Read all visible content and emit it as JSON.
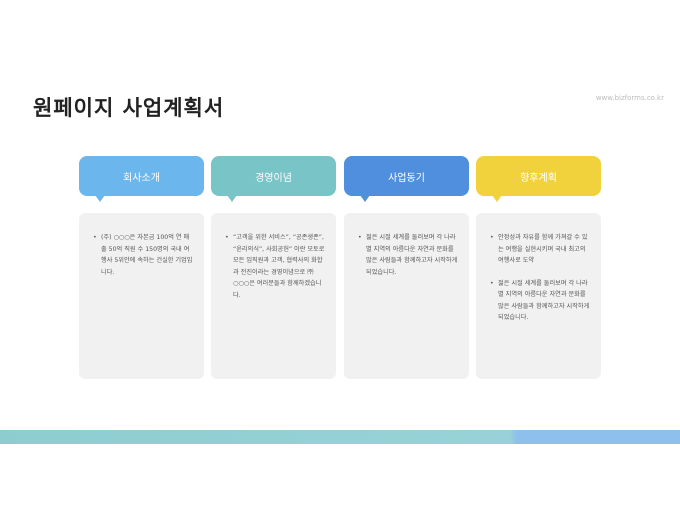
{
  "title": "원페이지 사업계획서",
  "site": "www.bizforms.co.kr",
  "columns": [
    {
      "header": "회사소개",
      "items": [
        "(주) ○○○은 자본금 100억 연 매출 50억 직원 수 150명의 국내 여행사 5위안에 속하는 건실한 기업입니다."
      ]
    },
    {
      "header": "경영이념",
      "items": [
        "“고객을 위한 서비스”, “공존생존”, “윤리의식”, 사회공헌” 이란 모토로 모든 임직원과 고객, 협력사의 화합과 전진이라는 경영이념으로 ㈜○○○은 여러분들과 함께하겠습니다."
      ]
    },
    {
      "header": "사업동기",
      "items": [
        "젊은 시절 세계를 둘러보며 각 나라별 지역의 아름다운 자연과 문화를 많은 사람들과 함께하고자 시작하게 되었습니다."
      ]
    },
    {
      "header": "향후계획",
      "items": [
        "안정성과 자유를 함께 가져갈 수 있는 여행을 실현시키며 국내 최고의 여행사로 도약",
        "젊은 시절 세계를 둘러보며 각 나라별 지역의 아름다운 자연과 문화를 많은 사람들과 함께하고자 시작하게 되었습니다."
      ]
    }
  ]
}
